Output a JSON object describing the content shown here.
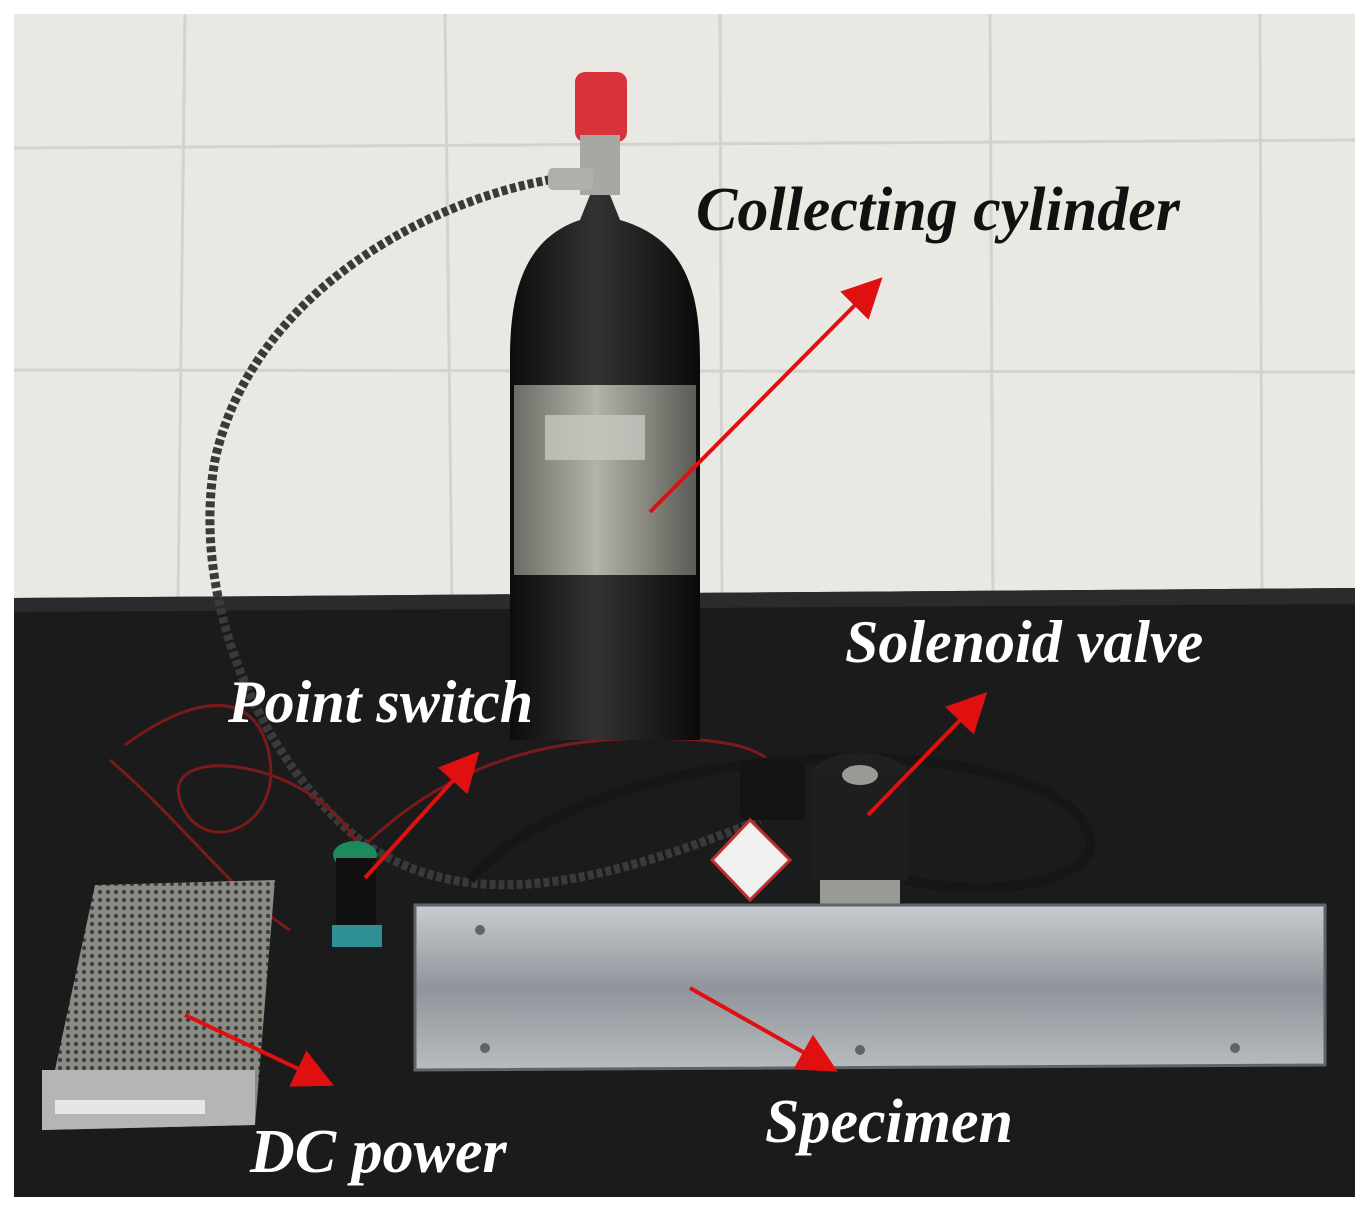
{
  "figure": {
    "description_free": true,
    "labels": {
      "collecting_cylinder": "Collecting cylinder",
      "solenoid_valve": "Solenoid valve",
      "point_switch": "Point switch",
      "dc_power": "DC power",
      "specimen": "Specimen"
    },
    "colors": {
      "arrow": "#e01010",
      "wall": "#ecece6",
      "bench": "#1b1b1b",
      "cylinder_body": "#1a1a1a",
      "cylinder_sleeve": "#9a9a90",
      "cap": "#d8323a"
    }
  }
}
